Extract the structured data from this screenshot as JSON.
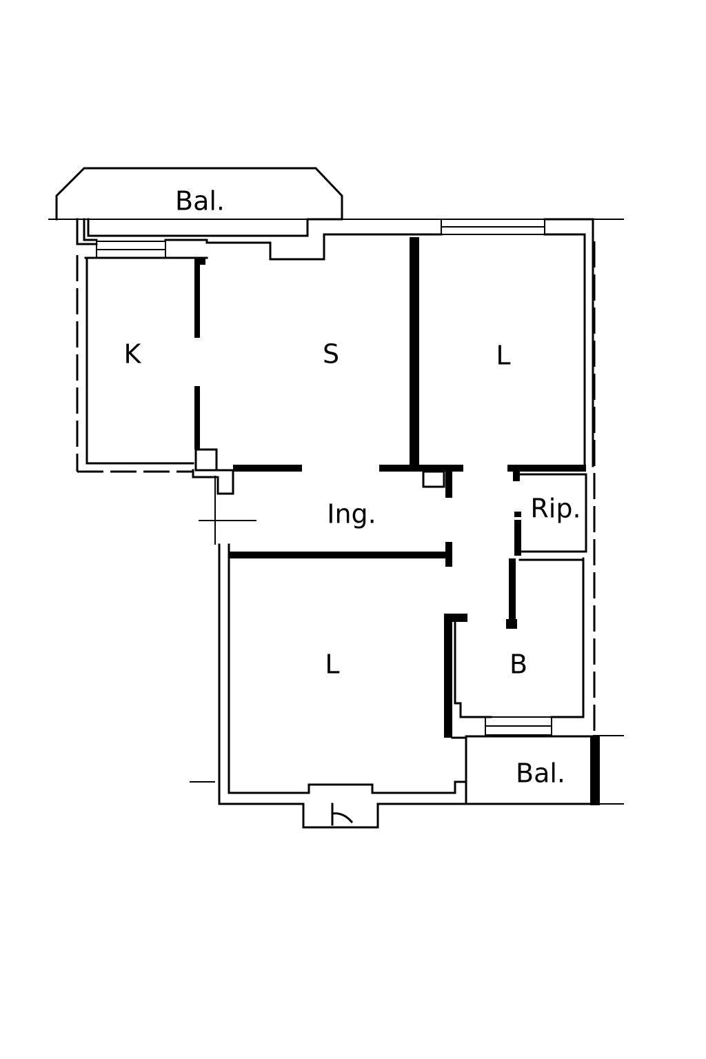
{
  "rooms": {
    "balcony_top": "Bal.",
    "kitchen": "K",
    "living": "S",
    "bedroom_top": "L",
    "entrance": "Ing.",
    "storage": "Rip.",
    "bedroom_bottom": "L",
    "bathroom": "B",
    "balcony_bottom": "Bal."
  }
}
